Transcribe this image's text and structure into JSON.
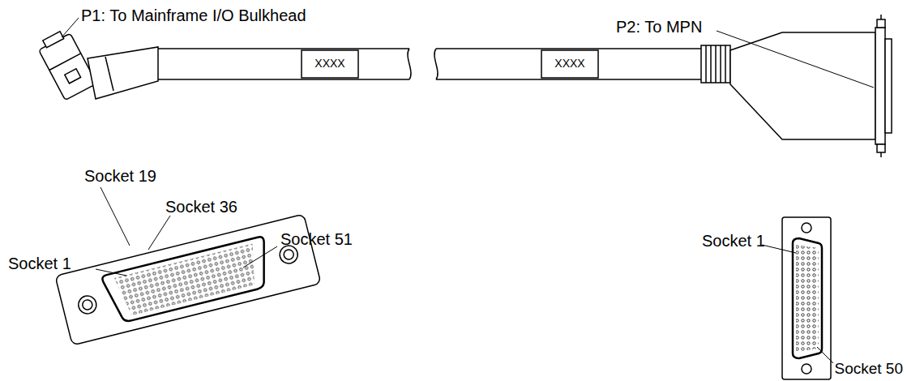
{
  "diagram": {
    "labels": [
      "P1: To Mainframe I/O Bulkhead",
      "P2: To MPN",
      "XXXX",
      "XXXX",
      "Socket 19",
      "Socket 36",
      "Socket 1",
      "Socket 51",
      "Socket 1",
      "Socket 50"
    ]
  }
}
